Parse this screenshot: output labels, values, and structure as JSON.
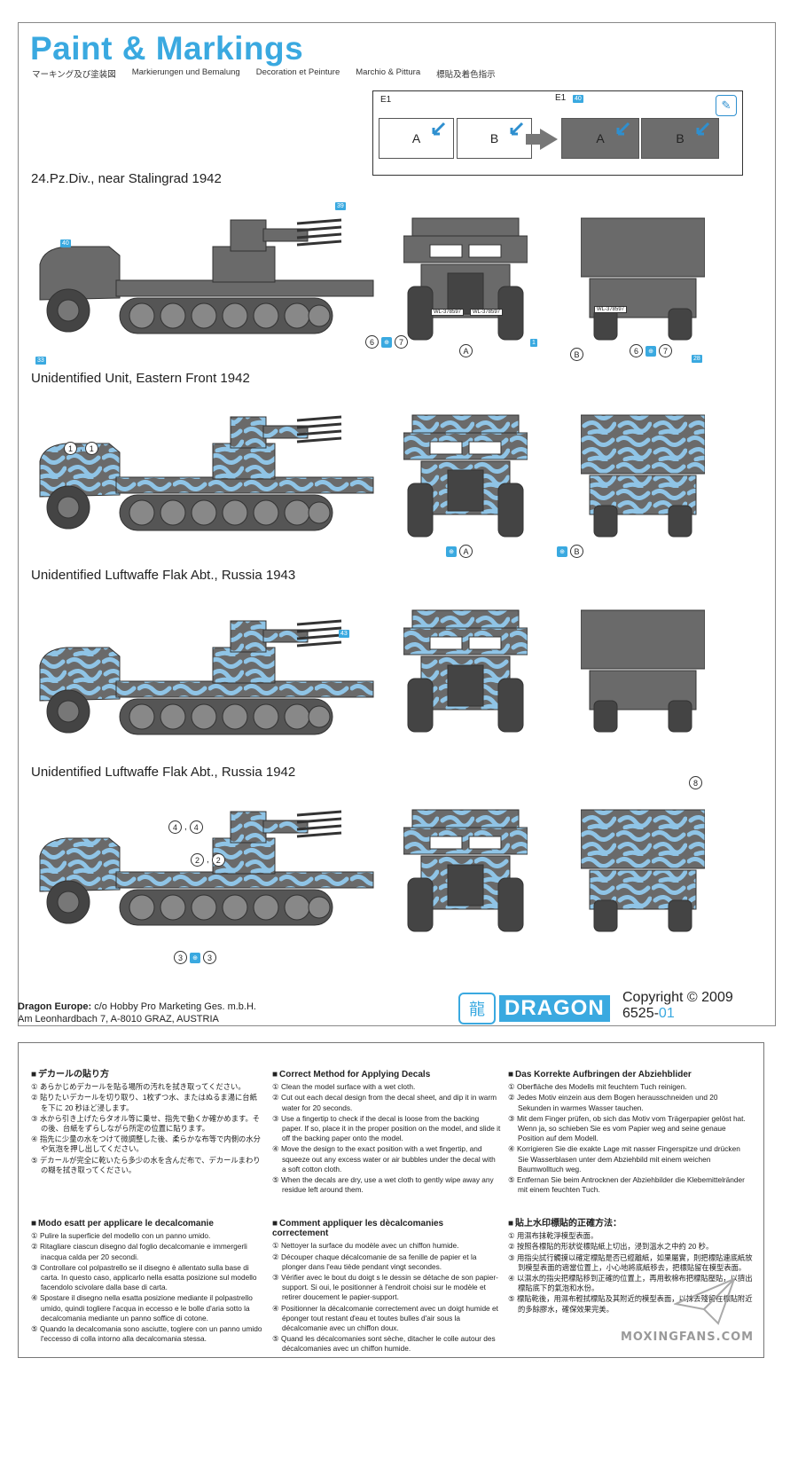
{
  "header": {
    "title": "Paint & Markings",
    "subtitles": [
      "マーキング及び塗装図",
      "Markierungen und Bemalung",
      "Decoration et Peinture",
      "Marchio & Pittura",
      "標貼及着色指示"
    ]
  },
  "decal_diagram": {
    "left_label": "E1",
    "right_label": "E1",
    "right_tag": "40",
    "sheets": [
      "A",
      "B",
      "A",
      "B"
    ],
    "icon": "brush-icon"
  },
  "schemes": [
    {
      "title": "24.Pz.Div., near Stalingrad 1942",
      "callouts": {
        "side_tag_top": "39",
        "side_tag_left": "40",
        "side_tag_bottom": "33",
        "front_nums": [
          "6",
          "7"
        ],
        "front_letter": "A",
        "front_tag": "1",
        "rear_letter": "B",
        "rear_nums": [
          "6",
          "7"
        ],
        "rear_tag": "28",
        "plate_front_left": "WL-378597",
        "plate_front_right": "WL-378597",
        "plate_rear": "WL-378597"
      }
    },
    {
      "title": "Unidentified Unit, Eastern Front 1942",
      "callouts": {
        "side_nums": [
          "1",
          "1"
        ],
        "front_letter": "A",
        "rear_letter": "B"
      }
    },
    {
      "title": "Unidentified Luftwaffe Flak Abt., Russia 1943",
      "callouts": {
        "side_tag": "43"
      }
    },
    {
      "title": "Unidentified Luftwaffe Flak Abt., Russia 1942",
      "callouts": {
        "side_nums_top": [
          "4",
          "4"
        ],
        "side_nums_mid": [
          "2",
          "2"
        ],
        "side_nums_bottom": [
          "3",
          "3"
        ],
        "rear_num": "8"
      }
    }
  ],
  "footer": {
    "company_label": "Dragon Europe:",
    "company_line1": "c/o Hobby Pro Marketing Ges. m.b.H.",
    "company_line2": "Am Leonhardbach 7, A-8010 GRAZ, AUSTRIA",
    "logo_text": "DRAGON",
    "copyright": "Copyright © 2009",
    "code_prefix": "6525-",
    "code_suffix": "01"
  },
  "instructions": {
    "jp": {
      "title": "デカールの貼り方",
      "steps": [
        "あらかじめデカールを貼る場所の汚れを拭き取ってください。",
        "貼りたいデカールを切り取り、1枚ずつ水、またはぬるま湯に台紙を下に 20 秒ほど浸します。",
        "水から引き上げたらタオル等に乗せ、指先で動くか確かめます。その後、台紙をずらしながら所定の位置に貼ります。",
        "指先に少量の水をつけて微調整した後、柔らかな布等で内側の水分や気泡を押し出してください。",
        "デカールが完全に乾いたら多少の水を含んだ布で、デカールまわりの糊を拭き取ってください。"
      ]
    },
    "en": {
      "title": "Correct Method for Applying Decals",
      "steps": [
        "Clean the model surface with a wet cloth.",
        "Cut out each decal design from the decal sheet, and dip it in warm water for 20 seconds.",
        "Use a fingertip to check if the decal is loose from the backing paper. If so, place it in the proper position on the model, and slide it off the backing paper onto the model.",
        "Move the design to the exact position with a wet fingertip, and squeeze out any excess water or air bubbles under the decal with a soft cotton cloth.",
        "When the decals are dry, use a wet cloth to gently wipe away any residue left around them."
      ]
    },
    "de": {
      "title": "Das Korrekte Aufbringen der Abziehblider",
      "steps": [
        "Oberfläche des Modells mit feuchtem Tuch reinigen.",
        "Jedes Motiv einzein aus dem Bogen herausschneiden und 20 Sekunden in warmes Wasser tauchen.",
        "Mit dem Finger prüfen, ob sich das Motiv vom Trägerpapier gelöst hat. Wenn ja, so schieben Sie es vom Papier weg and seine genaue Position auf dem Modell.",
        "Korrigieren Sie die exakte Lage mit nasser Fingerspitze und drücken Sie Wasserblasen unter dem Abziehbild mit einem weichen Baumwolltuch weg.",
        "Entfernan Sie beim Antrocknen der Abziehbilder die Klebemittelränder mit einem feuchten Tuch."
      ]
    },
    "it": {
      "title": "Modo esatt per applicare le decalcomanie",
      "steps": [
        "Pulire la superficie del modello con un panno umido.",
        "Ritagliare ciascun disegno dal foglio decalcomanie e immergerli inacqua calda per 20 secondi.",
        "Controllare col polpastrello se il disegno è allentato sulla base di carta. In questo caso, applicarlo nella esatta posizione sul modello facendolo scivolare dalla base di carta.",
        "Spostare il disegno nella esatta posizione mediante il polpastrello umido, quindi togliere l'acqua in eccesso e le bolle d'aria sotto la decalcomania mediante un panno soffice di cotone.",
        "Quando la decalcomania sono asciutte, toglere con un panno umido l'eccesso di colla intorno alla decalcomania stessa."
      ]
    },
    "fr": {
      "title": "Comment appliquer les dècalcomanies correctement",
      "steps": [
        "Nettoyer la surface du modèle avec un chiffon humide.",
        "Découper chaque décalcomanie de sa fenille de papier et la plonger dans l'eau tiède pendant vingt secondes.",
        "Vérifier avec le bout du doigt s le dessin se détache de son papier-support. Si oui, le positionner à l'endroit choisi sur le modèle et retirer doucement le papier-support.",
        "Positionner la décalcomanie correctement avec un doigt humide et éponger tout restant d'eau et toutes bulles d'air sous la décalcomanie avec un chiffon doux.",
        "Quand les décalcomanies sont sèche, ditacher le colle autour des décalcomanies avec un chiffon humide."
      ]
    },
    "zh": {
      "title": "貼上水印標貼的正確方法：",
      "steps": [
        "用濕布抹乾淨模型表面。",
        "按照各標貼的形狀從標貼紙上切出，浸到溫水之中約 20 秒。",
        "用指尖試行觸摸以確定標貼是否已經離紙，如果屬實，則把標貼連底紙放到模型表面的適當位置上，小心地將底紙移去，把標貼留在模型表面。",
        "以濕水的指尖把標貼移到正確的位置上，再用軟棉布把標貼壓貼，以擠出標貼底下的氣泡和水份。",
        "標貼乾後，用濕布輕拭標貼及其附近的模型表面，以抹去殘留在標貼附近的多餘膠水，確保效果完美。"
      ]
    }
  },
  "watermark": "MOXINGFANS.COM",
  "colors": {
    "accent_blue": "#3aa9e0",
    "camo_blue": "#8fc4e6",
    "vehicle_gray": "#6a6a6a"
  }
}
